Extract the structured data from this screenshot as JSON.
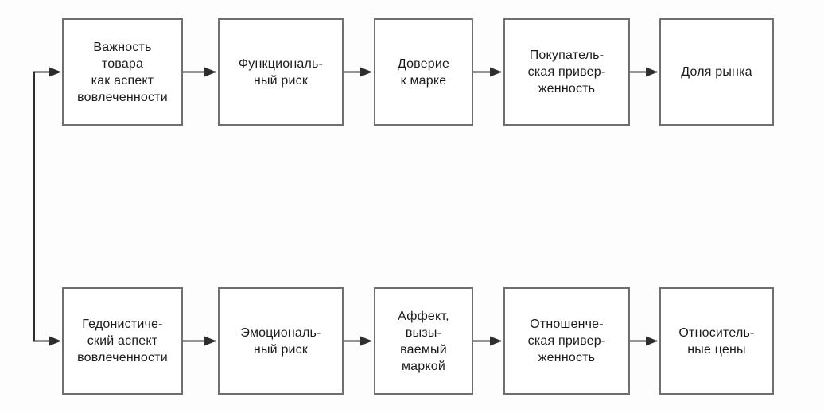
{
  "diagram": {
    "type": "flowchart",
    "colors": {
      "background": "#fdfdfd",
      "box_fill": "#ffffff",
      "box_border": "#6f6f6f",
      "arrow": "#2e2e2e",
      "text": "#1c1c1c"
    },
    "rows": [
      {
        "name": "top-chain",
        "boxes": [
          {
            "id": "product-importance",
            "label": "Важность\nтовара\nкак аспект\nвовлеченности"
          },
          {
            "id": "functional-risk",
            "label": "Функциональ-\nный риск"
          },
          {
            "id": "brand-trust",
            "label": "Доверие\nк марке"
          },
          {
            "id": "purchase-loyalty",
            "label": "Покупатель-\nская привер-\nженность"
          },
          {
            "id": "market-share",
            "label": "Доля рынка"
          }
        ]
      },
      {
        "name": "bottom-chain",
        "boxes": [
          {
            "id": "hedonic-aspect",
            "label": "Гедонистиче-\nский аспект\nвовлеченности"
          },
          {
            "id": "emotional-risk",
            "label": "Эмоциональ-\nный риск"
          },
          {
            "id": "brand-affect",
            "label": "Аффект,\nвызы-\nваемый\nмаркой"
          },
          {
            "id": "attitudinal-loyalty",
            "label": "Отношенче-\nская привер-\nженность"
          },
          {
            "id": "relative-prices",
            "label": "Относитель-\nные цены"
          }
        ]
      }
    ],
    "connections": [
      {
        "from": "left-branch",
        "to": "product-importance"
      },
      {
        "from": "product-importance",
        "to": "functional-risk"
      },
      {
        "from": "functional-risk",
        "to": "brand-trust"
      },
      {
        "from": "brand-trust",
        "to": "purchase-loyalty"
      },
      {
        "from": "purchase-loyalty",
        "to": "market-share"
      },
      {
        "from": "left-branch",
        "to": "hedonic-aspect"
      },
      {
        "from": "hedonic-aspect",
        "to": "emotional-risk"
      },
      {
        "from": "emotional-risk",
        "to": "brand-affect"
      },
      {
        "from": "brand-affect",
        "to": "attitudinal-loyalty"
      },
      {
        "from": "attitudinal-loyalty",
        "to": "relative-prices"
      }
    ]
  }
}
